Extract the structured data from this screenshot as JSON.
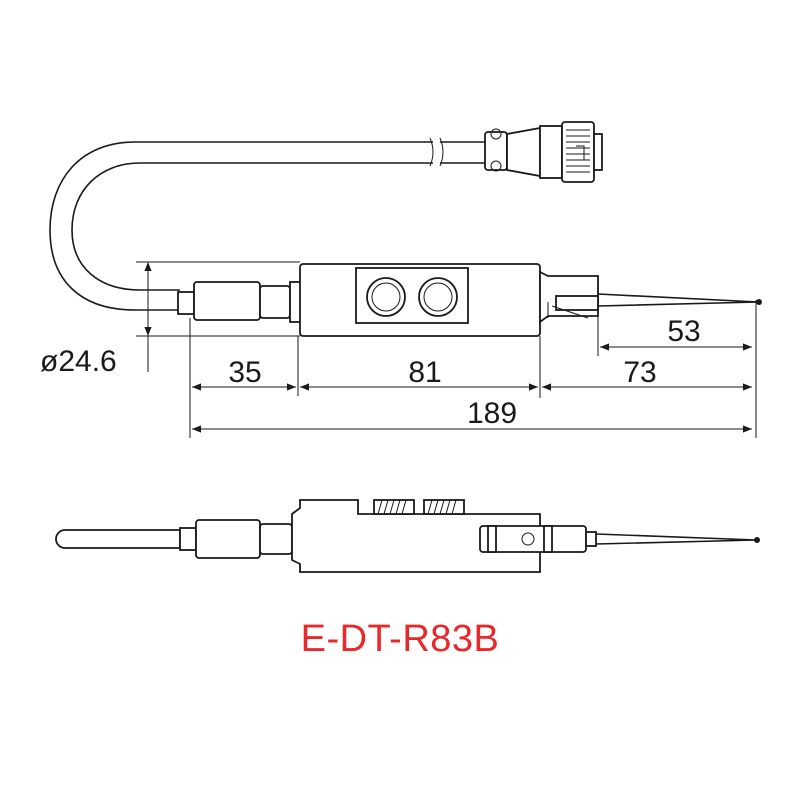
{
  "title": "E-DT-R83B",
  "title_color": "#e8282b",
  "dimensions": {
    "diameter": "ø24.6",
    "d35": "35",
    "d81": "81",
    "d73": "73",
    "d53": "53",
    "d189": "189"
  }
}
